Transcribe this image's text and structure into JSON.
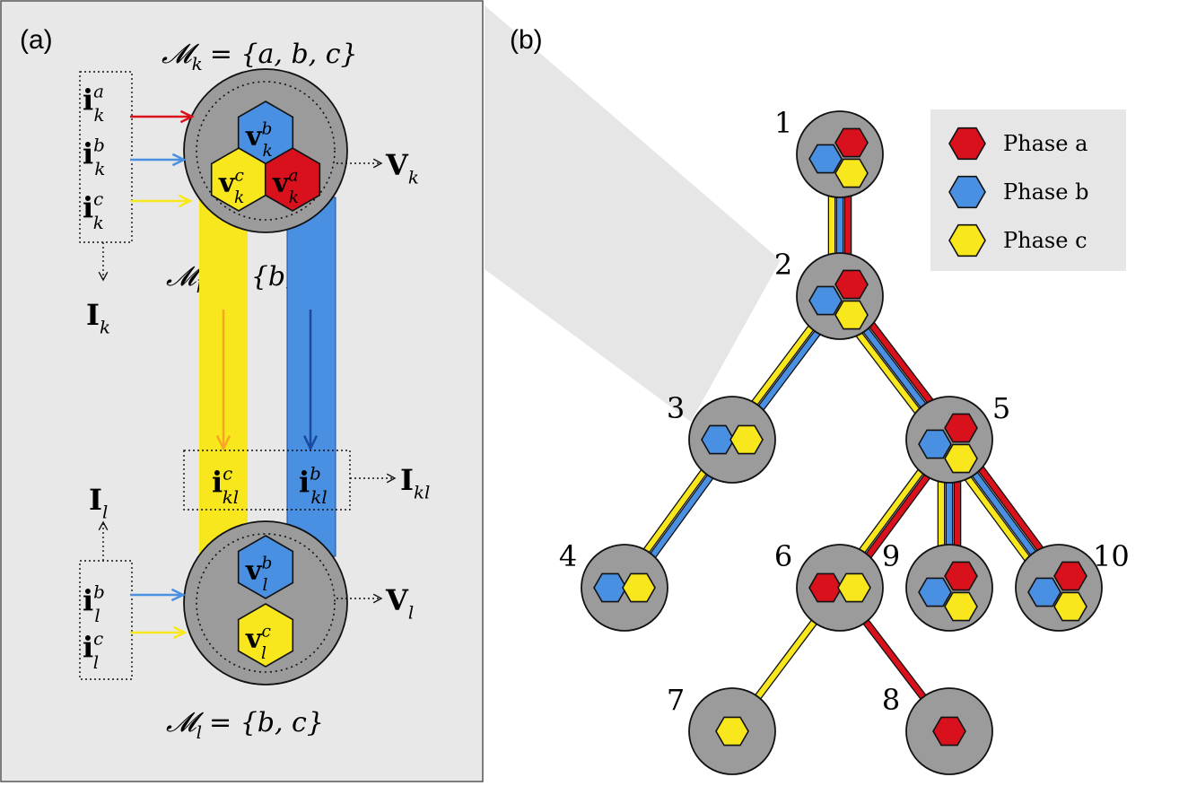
{
  "panel_a": {
    "label": "(a)",
    "set_k": "𝓜k = {a, b, c}",
    "set_k_parts": {
      "M": "𝓜",
      "sub": "k",
      "rest": "= {a, b, c}"
    },
    "set_kl_parts": {
      "M": "𝓜",
      "sub": "kl",
      "rest": "= {b, c}"
    },
    "set_l_parts": {
      "M": "𝓜",
      "sub": "l",
      "rest": "= {b, c}"
    },
    "node_k_phases": [
      "b",
      "c",
      "a"
    ],
    "node_l_phases": [
      "b",
      "c"
    ],
    "currents_in_k": [
      "a",
      "b",
      "c"
    ],
    "currents_in_l": [
      "b",
      "c"
    ],
    "line_currents": [
      "c",
      "b"
    ],
    "V_k": "V",
    "V_k_sub": "k",
    "V_l": "V",
    "V_l_sub": "l",
    "I_k": "I",
    "I_k_sub": "k",
    "I_l": "I",
    "I_l_sub": "l",
    "I_kl": "I",
    "I_kl_sub": "kl",
    "v": "v",
    "i": "i"
  },
  "panel_b": {
    "label": "(b)",
    "nodes": [
      {
        "id": "1",
        "phases": [
          "a",
          "b",
          "c"
        ]
      },
      {
        "id": "2",
        "phases": [
          "a",
          "b",
          "c"
        ]
      },
      {
        "id": "3",
        "phases": [
          "b",
          "c"
        ]
      },
      {
        "id": "4",
        "phases": [
          "b",
          "c"
        ]
      },
      {
        "id": "5",
        "phases": [
          "a",
          "b",
          "c"
        ]
      },
      {
        "id": "6",
        "phases": [
          "a",
          "c"
        ]
      },
      {
        "id": "7",
        "phases": [
          "c"
        ]
      },
      {
        "id": "8",
        "phases": [
          "a"
        ]
      },
      {
        "id": "9",
        "phases": [
          "a",
          "b",
          "c"
        ]
      },
      {
        "id": "10",
        "phases": [
          "a",
          "b",
          "c"
        ]
      }
    ],
    "edges": [
      {
        "from": "1",
        "to": "2",
        "phases": [
          "a",
          "b",
          "c"
        ]
      },
      {
        "from": "2",
        "to": "3",
        "phases": [
          "b",
          "c"
        ]
      },
      {
        "from": "2",
        "to": "5",
        "phases": [
          "a",
          "b",
          "c"
        ]
      },
      {
        "from": "3",
        "to": "4",
        "phases": [
          "b",
          "c"
        ]
      },
      {
        "from": "5",
        "to": "6",
        "phases": [
          "a",
          "c"
        ]
      },
      {
        "from": "5",
        "to": "9",
        "phases": [
          "a",
          "b",
          "c"
        ]
      },
      {
        "from": "5",
        "to": "10",
        "phases": [
          "a",
          "b",
          "c"
        ]
      },
      {
        "from": "6",
        "to": "7",
        "phases": [
          "c"
        ]
      },
      {
        "from": "6",
        "to": "8",
        "phases": [
          "a"
        ]
      }
    ],
    "legend": [
      {
        "phase": "a",
        "label": "Phase a"
      },
      {
        "phase": "b",
        "label": "Phase b"
      },
      {
        "phase": "c",
        "label": "Phase c"
      }
    ]
  },
  "colors": {
    "a": "#d8111d",
    "b": "#4a90e2",
    "c": "#f8e71c",
    "node_fill": "#9b9b9b",
    "panel_bg": "#e8e8e8"
  }
}
